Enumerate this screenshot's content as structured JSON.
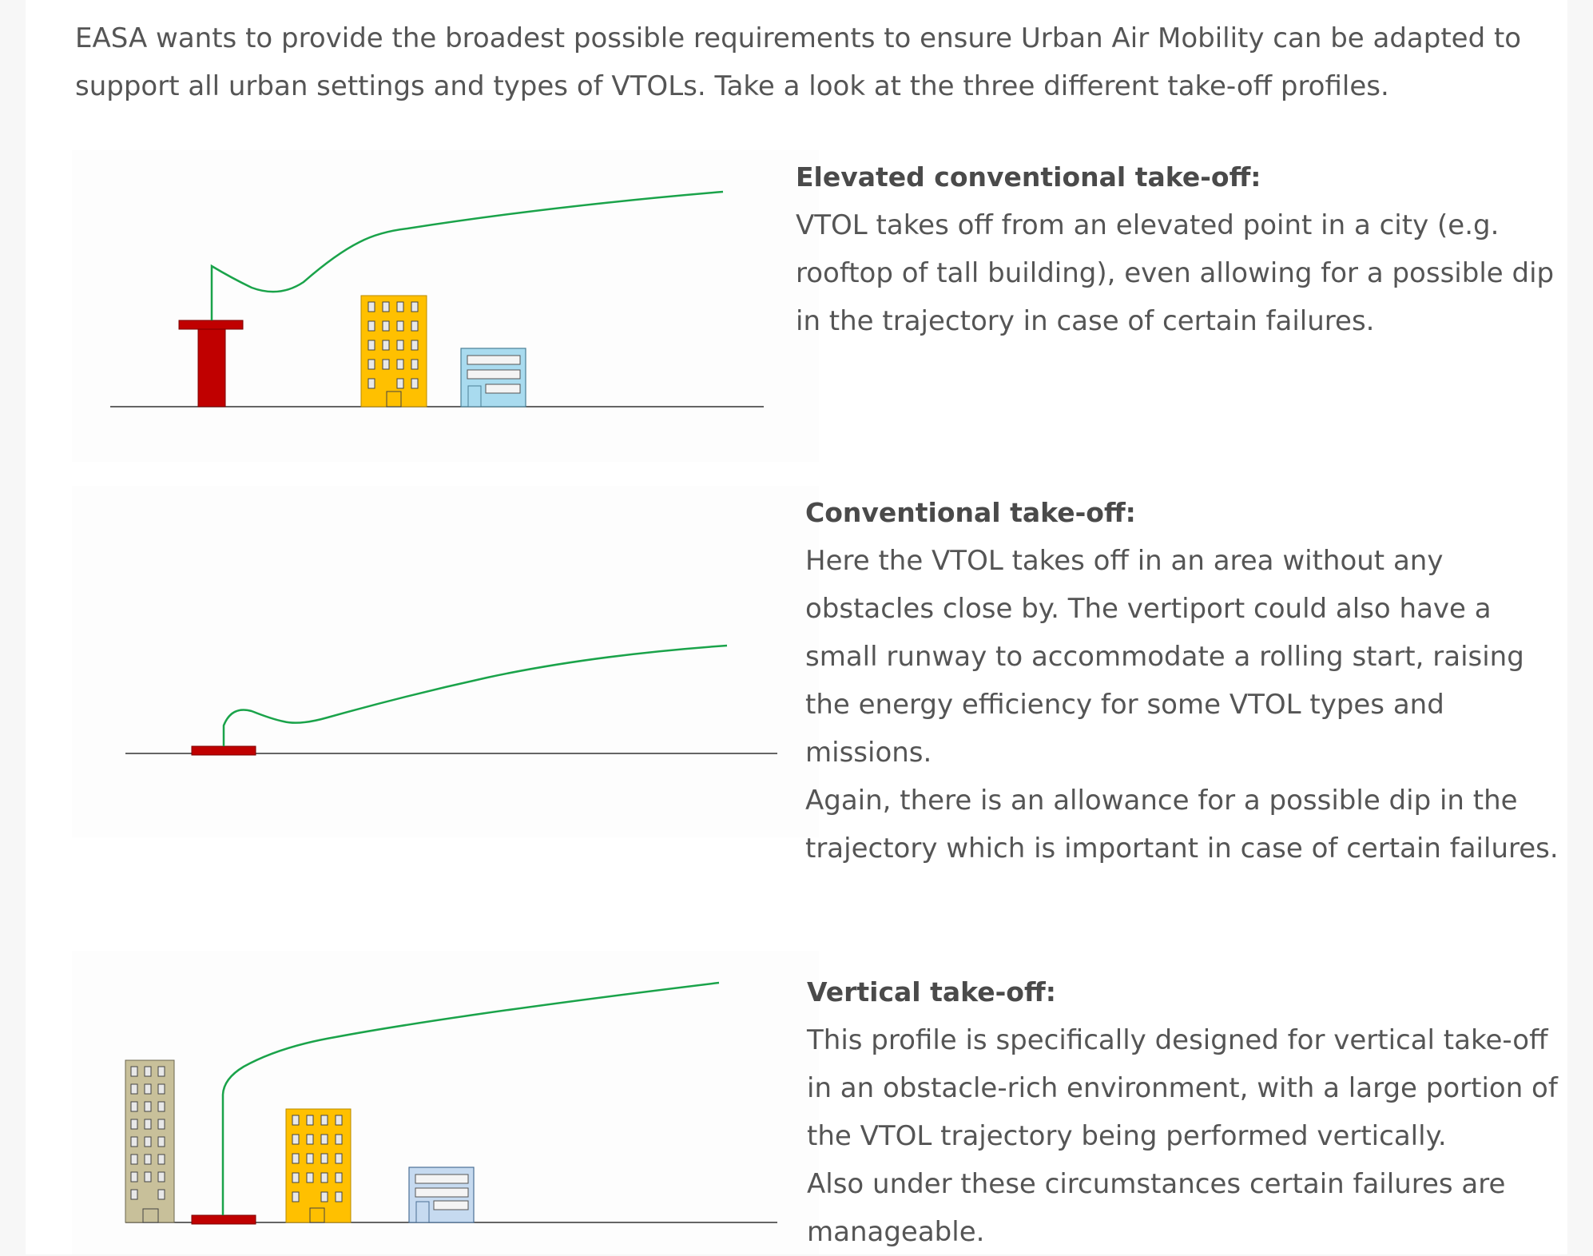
{
  "intro": "EASA wants to provide the broadest possible requirements to ensure Urban Air Mobility can be adapted to support all urban settings and types of VTOLs. Take a look at the three different take-off profiles.",
  "profiles": [
    {
      "heading": "Elevated conventional take-off:",
      "paragraphs": [
        "VTOL takes off from an elevated point in a city (e.g. rooftop of tall building), even allowing for a possible dip in the trajectory in case of certain failures."
      ]
    },
    {
      "heading": "Conventional take-off:",
      "paragraphs": [
        "Here the VTOL takes off in an area without any obstacles close by. The vertiport could also have a small runway to accommodate a rolling start, raising the energy efficiency for some VTOL types and missions.",
        "Again, there is an allowance for a possible dip in the trajectory which is important in case of certain failures."
      ]
    },
    {
      "heading": "Vertical take-off:",
      "paragraphs": [
        "This profile is specifically designed for vertical take-off in an obstacle-rich environment, with a large portion of the VTOL trajectory being performed vertically.",
        "Also under these circumstances certain failures are manageable."
      ]
    }
  ],
  "colors": {
    "trajectory": "#1aa34a",
    "vertiport": "#c00000",
    "yellow_building": "#ffc000",
    "blue_building": "#a9dbef",
    "beige_building": "#c8c09a",
    "ground": "#333333"
  }
}
